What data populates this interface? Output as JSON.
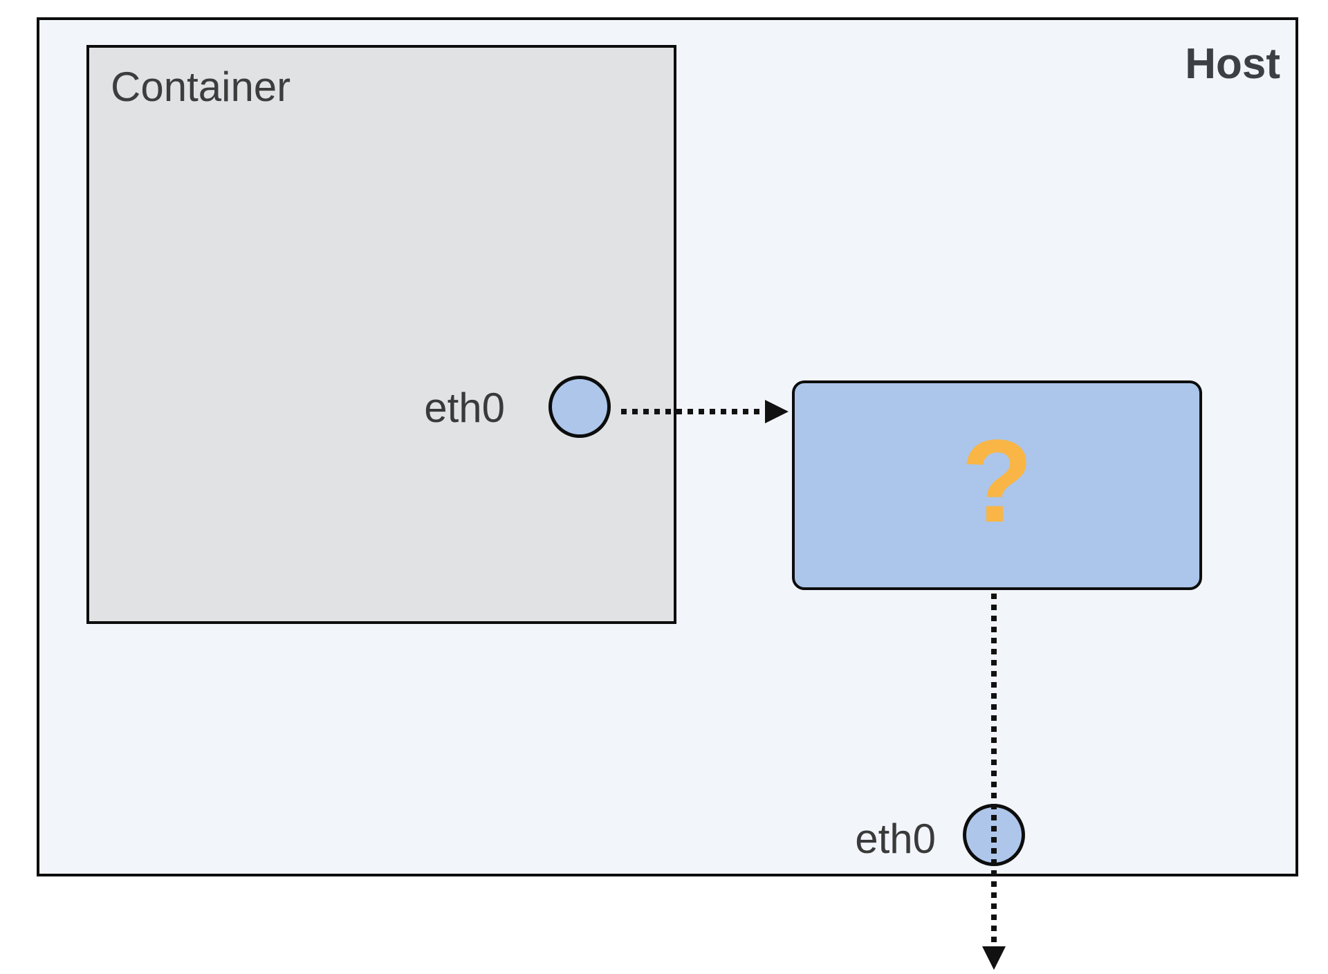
{
  "diagram": {
    "description": "Container networking diagram: container eth0 connected through an unknown component to host eth0"
  },
  "host": {
    "label": "Host",
    "interface_label": "eth0"
  },
  "container": {
    "label": "Container",
    "interface_label": "eth0"
  },
  "mystery_node": {
    "label": "?"
  },
  "icons": {
    "container_port": "network-port-circle-icon",
    "host_port": "network-port-circle-icon",
    "arrow_right": "dotted-arrow-right-icon",
    "arrow_down": "dotted-arrow-down-icon"
  },
  "colors": {
    "page_bg": "#ffffff",
    "host_bg": "#f2f5fa",
    "container_bg": "#e0e2e4",
    "node_blue": "#abc6ea",
    "port_blue": "#aec6ea",
    "question_orange": "#f9b545",
    "line_black": "#111111",
    "label_gray": "#3c4045"
  }
}
